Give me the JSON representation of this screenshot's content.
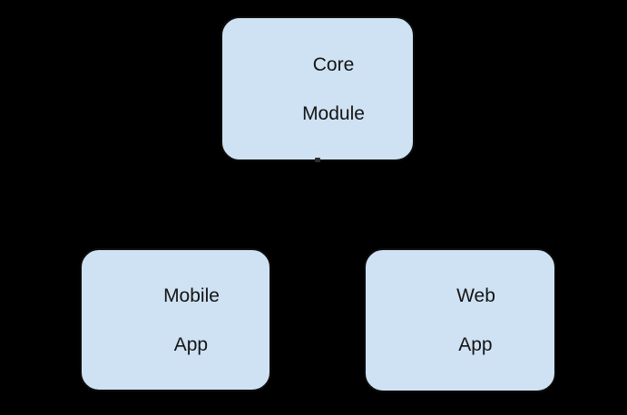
{
  "diagram": {
    "title": "module-dependency-diagram",
    "background_color": "#000000",
    "node_fill_color": "#cfe2f3",
    "node_border_color": "#0d0d0d",
    "text_color": "#141414",
    "nodes": {
      "core": {
        "label": [
          "Core",
          "Module"
        ]
      },
      "mobile": {
        "label": [
          "Mobile",
          "App"
        ]
      },
      "web": {
        "label": [
          "Web",
          "App"
        ]
      }
    },
    "connectors": {
      "arrowhead_mark_color": "#2f2f2f"
    }
  }
}
